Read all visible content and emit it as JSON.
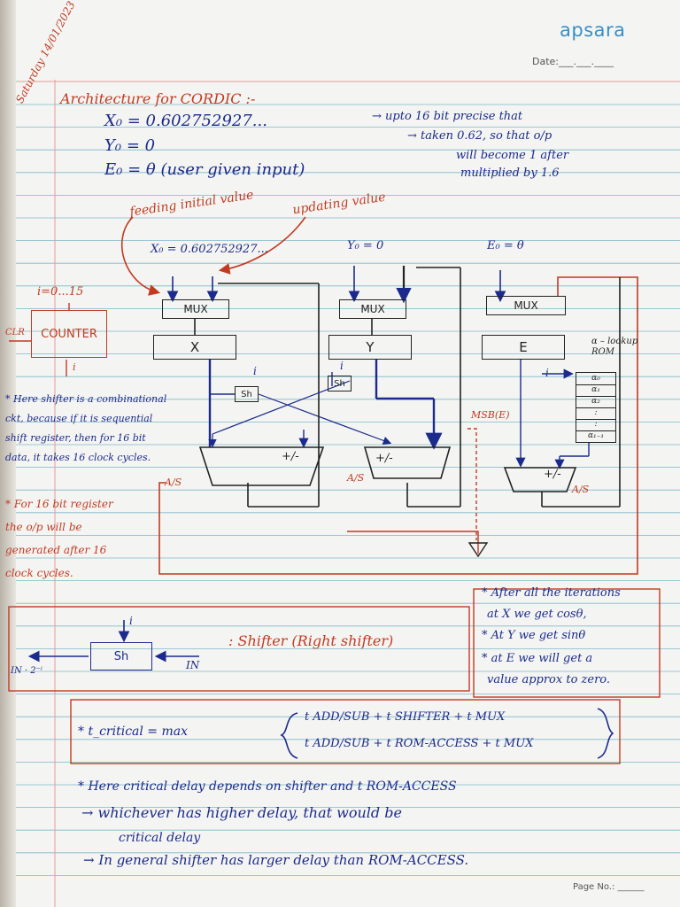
{
  "header": {
    "brand": "apsara",
    "date_label": "Date:___.___.____"
  },
  "margin_date": "Saturday 14/01/2023",
  "title": "Architecture for CORDIC :-",
  "equations": {
    "x0": "X₀  =  0.602752927...",
    "y0": "Y₀  =  0",
    "e0": "E₀  =  θ  (user given input)"
  },
  "precision_note": [
    "→ upto 16 bit precise  that",
    "→ taken 0.62, so that o/p",
    "will become 1 after",
    "multiplied by 1.6"
  ],
  "diagram": {
    "feeding_label": "feeding initial value",
    "updating_label": "updating value",
    "x_init": "X₀ = 0.602752927...",
    "y_init": "Y₀ = 0",
    "e_init": "E₀ = θ",
    "mux_label": "MUX",
    "reg_x": "X",
    "reg_y": "Y",
    "reg_e": "E",
    "counter_range": "i=0...15",
    "counter": "COUNTER",
    "counter_clr": "CLR",
    "counter_out": "i",
    "shifter_label": "Sh",
    "shift_input": "i",
    "addsub": "+/-",
    "as_label": "A/S",
    "msb_label": "MSB(E)",
    "rom_title": "α – lookup ROM",
    "rom_cells": [
      "α₀",
      "α₁",
      "α₂",
      ":",
      ":",
      "α₁₋₁"
    ],
    "rom_index": "i"
  },
  "shifter_note": [
    "* Here shifter is a combinational",
    "ckt, because if it is sequential",
    "shift register, then for 16 bit",
    "data, it takes 16 clock cycles."
  ],
  "register_note": [
    "* For 16 bit register",
    "the o/p will be",
    "generated after 16",
    "clock cycles."
  ],
  "shifter_diagram": {
    "in": "IN",
    "out": "IN · 2⁻ⁱ",
    "i": "i",
    "sh": "Sh",
    "caption": ": Shifter  (Right shifter)"
  },
  "iterations_note": [
    "* After all the iterations",
    "at X we get cosθ,",
    "* At Y we get sinθ",
    "* at E we will get a",
    "value approx to zero."
  ],
  "critical": {
    "lhs": "* t_critical  =  max",
    "row1": "t ADD/SUB  +  t SHIFTER  +  t MUX",
    "row2": "t ADD/SUB  +  t ROM-ACCESS  +  t MUX"
  },
  "footer_notes": [
    "* Here critical delay depends on shifter and t ROM-ACCESS",
    "→ whichever has higher delay, that would be",
    "critical delay",
    "→ In general shifter has larger delay than ROM-ACCESS."
  ],
  "page_no_label": "Page No.: ______"
}
